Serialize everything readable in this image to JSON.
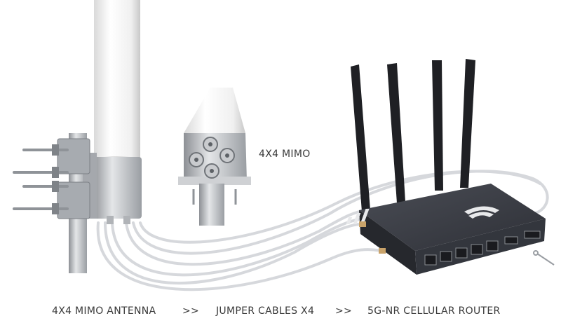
{
  "diagram": {
    "mimo_label": "4X4 MIMO",
    "captions": {
      "antenna": "4X4 MIMO ANTENNA",
      "sep1": ">>",
      "cables": "JUMPER CABLES X4",
      "sep2": ">>",
      "router": "5G-NR CELLULAR ROUTER"
    }
  },
  "colors": {
    "antenna_white": "#f2f2f2",
    "metal": "#b9bcc0",
    "router_body": "#3b3e46",
    "cable": "#d6d8dc",
    "text": "#3a3a3a"
  }
}
